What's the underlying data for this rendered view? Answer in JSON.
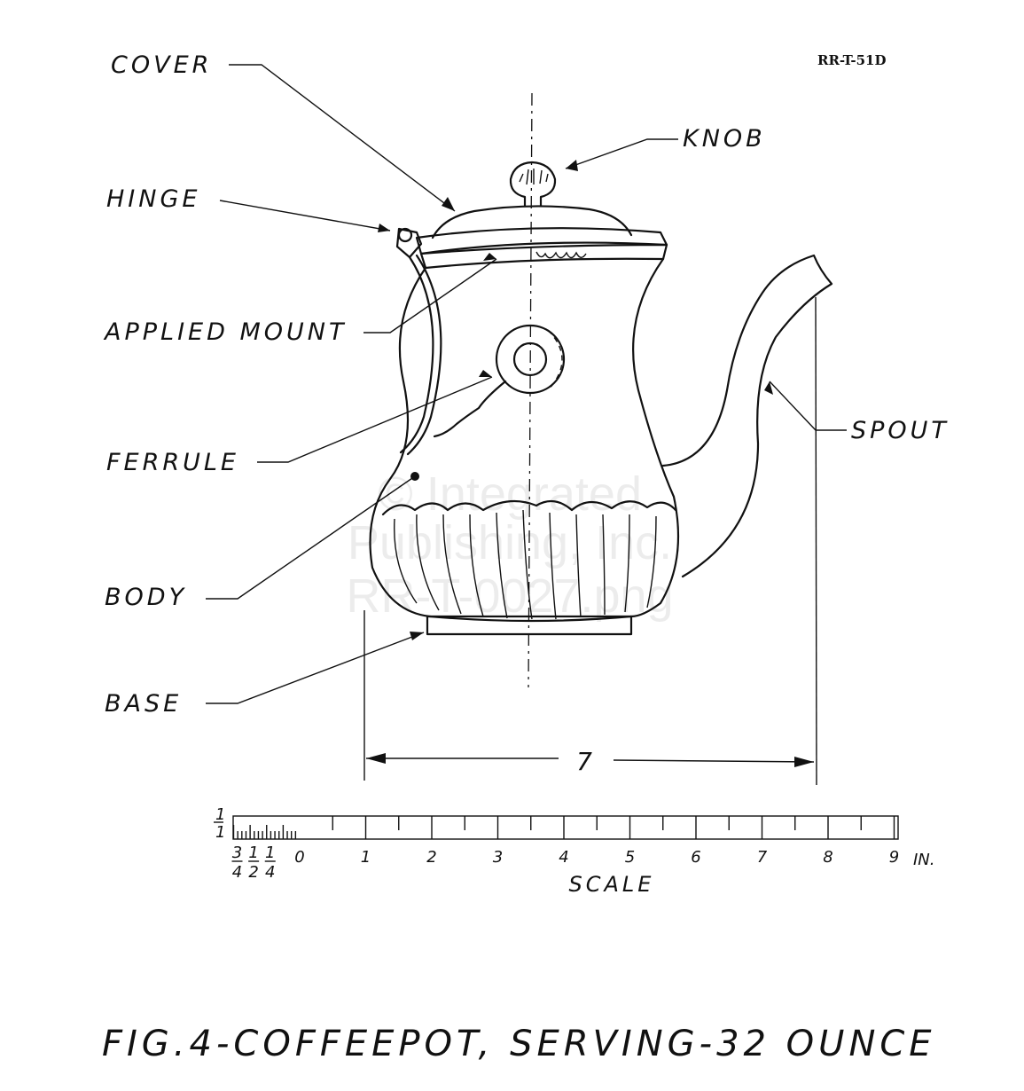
{
  "document_id": "RR-T-51D",
  "labels": {
    "cover": "COVER",
    "knob": "KNOB",
    "hinge": "HINGE",
    "applied_mount": "APPLIED MOUNT",
    "ferrule": "FERRULE",
    "spout": "SPOUT",
    "body": "BODY",
    "base": "BASE"
  },
  "dimension": "7",
  "scale": {
    "title": "SCALE",
    "unit": "IN.",
    "whole_ticks": [
      "0",
      "1",
      "2",
      "3",
      "4",
      "5",
      "6",
      "7",
      "8",
      "9"
    ],
    "fraction_ticks": [
      {
        "num": "3",
        "den": "4"
      },
      {
        "num": "1",
        "den": "2"
      },
      {
        "num": "1",
        "den": "4"
      }
    ],
    "side_fraction": {
      "num": "1",
      "den": "1"
    }
  },
  "caption": "FIG.4-COFFEEPOT, SERVING-32 OUNCE",
  "watermark": [
    "© Integrated",
    "Publishing, Inc.",
    "RR-T-0027.png"
  ]
}
